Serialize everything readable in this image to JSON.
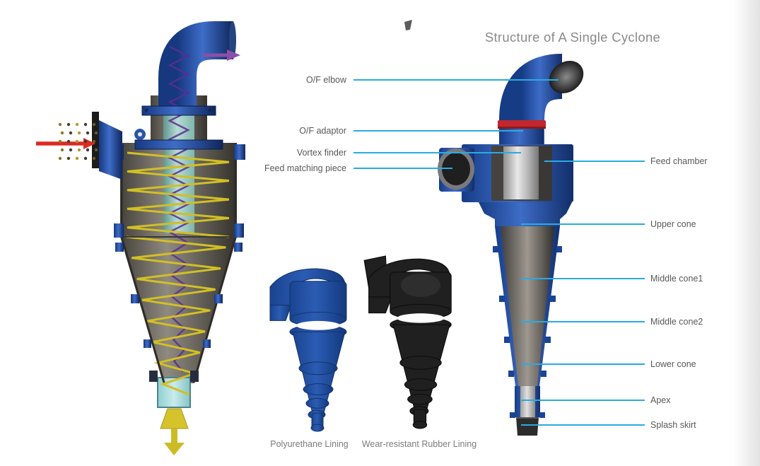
{
  "title": "Structure of A Single Cyclone",
  "diagram": {
    "labels_left": [
      {
        "text": "O/F elbow"
      },
      {
        "text": "O/F adaptor"
      },
      {
        "text": "Vortex finder"
      },
      {
        "text": "Feed matching piece"
      }
    ],
    "labels_right": [
      {
        "text": "Feed chamber"
      },
      {
        "text": "Upper cone"
      },
      {
        "text": "Middle cone1"
      },
      {
        "text": "Middle cone2"
      },
      {
        "text": "Lower cone"
      },
      {
        "text": "Apex"
      },
      {
        "text": "Splash skirt"
      }
    ]
  },
  "linings": [
    {
      "caption": "Polyurethane Lining",
      "color": "#1d4e9e"
    },
    {
      "caption": "Wear-resistant Rubber Lining",
      "color": "#202020"
    }
  ],
  "icons": {
    "feed_arrow": "red-feed-inflow-arrow",
    "overflow_arrow": "purple-overflow-arrow",
    "underflow_arrow": "yellow-underflow-arrow",
    "outer_spiral": "yellow-outer-vortex-spiral",
    "inner_spiral": "purple-inner-vortex-spiral"
  },
  "colors": {
    "leader_line": "#29abe2",
    "label_text": "#595959",
    "title_text": "#8a8a8a",
    "caption_text": "#7c7c7c",
    "shell_blue": "#1d4e9e",
    "adaptor_red": "#c1272d",
    "feed_arrow_red": "#dc2a24",
    "overflow_purple": "#8a4fa8",
    "underflow_yellow": "#d6c32b"
  }
}
